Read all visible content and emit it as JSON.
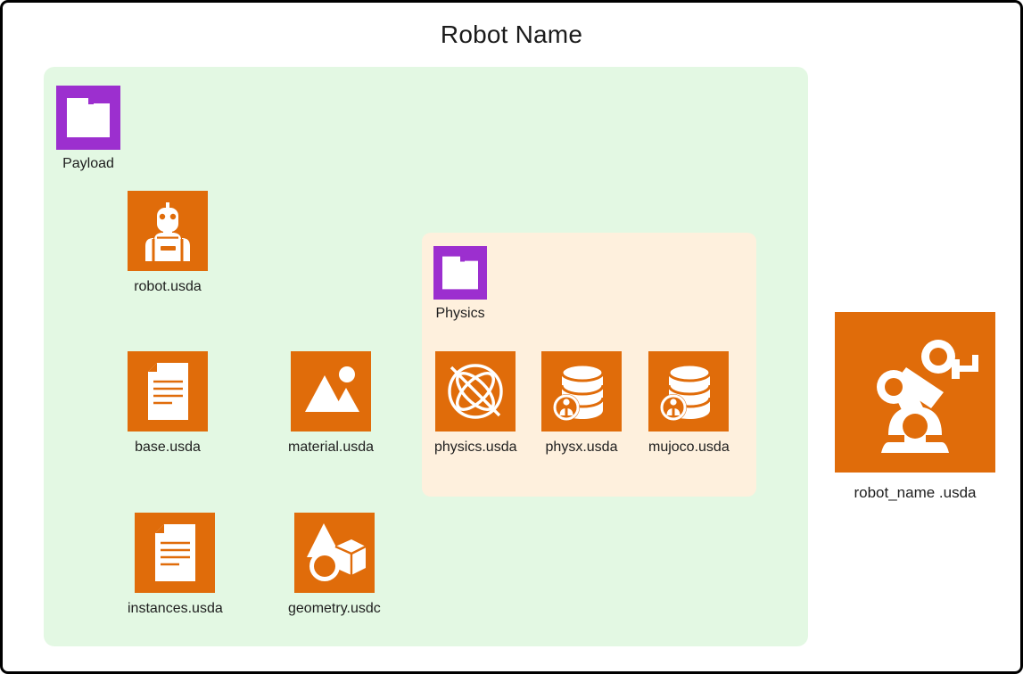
{
  "title": "Robot Name",
  "colors": {
    "border": "#000000",
    "page_background": "#ffffff",
    "green_region": "#e3f8e3",
    "cream_region": "#fef0dd",
    "orange": "#e06c0a",
    "purple": "#9c2fcf",
    "icon_fill": "#ffffff",
    "label_text": "#1e1e1e"
  },
  "regions": {
    "green": {
      "name": "robot-package-region"
    },
    "cream": {
      "name": "physics-region"
    }
  },
  "nodes": {
    "payload": {
      "label": "Payload",
      "icon": "folder-icon"
    },
    "robot": {
      "label": "robot.usda",
      "icon": "humanoid-robot-icon"
    },
    "base": {
      "label": "base.usda",
      "icon": "document-icon"
    },
    "material": {
      "label": "material.usda",
      "icon": "image-icon"
    },
    "instances": {
      "label": "instances.usda",
      "icon": "document-icon"
    },
    "geometry": {
      "label": "geometry.usdc",
      "icon": "shapes-3d-icon"
    },
    "physics_dir": {
      "label": "Physics",
      "icon": "folder-icon"
    },
    "physics": {
      "label": "physics.usda",
      "icon": "atom-disabled-icon"
    },
    "physx": {
      "label": "physx.usda",
      "icon": "database-user-icon"
    },
    "mujoco": {
      "label": "mujoco.usda",
      "icon": "database-user-icon"
    },
    "robot_name": {
      "label": "robot_name .usda",
      "icon": "robot-arm-icon"
    }
  }
}
